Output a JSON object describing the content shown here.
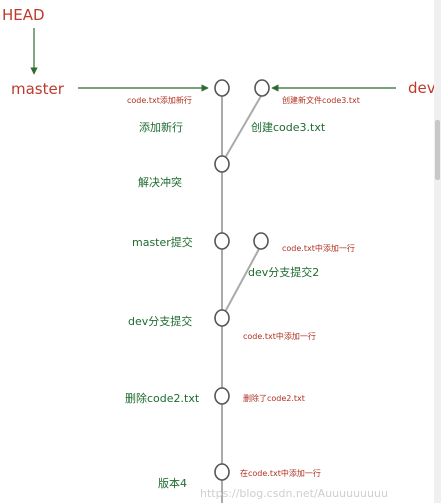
{
  "pointers": {
    "head": "HEAD",
    "master": "master",
    "dev": "dev"
  },
  "commits": {
    "add_line": {
      "label": "添加新行",
      "note": "code.txt添加新行"
    },
    "create_code3": {
      "label": "创建code3.txt",
      "note": "创建新文件code3.txt"
    },
    "resolve_conflict": {
      "label": "解决冲突"
    },
    "master_commit": {
      "label": "master提交"
    },
    "dev_commit2": {
      "label": "dev分支提交2",
      "note": "code.txt中添加一行"
    },
    "dev_commit": {
      "label": "dev分支提交",
      "note": "code.txt中添加一行"
    },
    "delete_code2": {
      "label": "删除code2.txt",
      "note": "删除了code2.txt"
    },
    "version4": {
      "label": "版本4",
      "note": "在code.txt中添加一行"
    }
  },
  "watermark": "https://blog.csdn.net/Auuuuuuuuu",
  "colors": {
    "pointer_text": "#c0392b",
    "commit_text": "#1e6b2f",
    "note_text": "#b03020",
    "arrow": "#2e6b2e",
    "branch_line": "#aaaaaa",
    "node_stroke": "#555555"
  }
}
